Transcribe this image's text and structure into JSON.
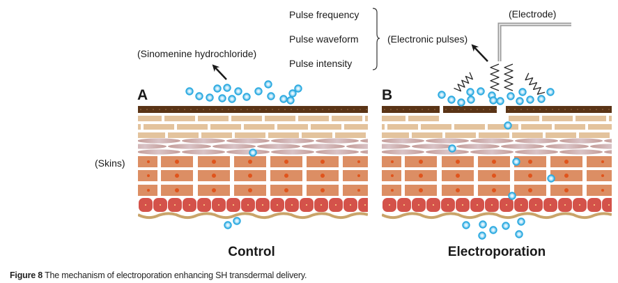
{
  "pulse_params": [
    "Pulse frequency",
    "Pulse waveform",
    "Pulse intensity"
  ],
  "labels": {
    "electronic_pulses": "(Electronic pulses)",
    "electrode": "(Electrode)",
    "drug": "(Sinomenine hydrochloride)",
    "skins": "(Skins)",
    "panel_a": "A",
    "panel_b": "B",
    "panel_a_title": "Control",
    "panel_b_title": "Electroporation"
  },
  "caption": {
    "prefix": "Figure 8",
    "text": " The mechanism of electroporation enhancing SH transdermal delivery."
  },
  "colors": {
    "molecule": "#29a9e0",
    "stratum_corneum": "#5a3416",
    "granular": "#e3c39d",
    "spinous": "#c9a6a3",
    "basal_cell": "#dc8e64",
    "nucleus": "#e0541c",
    "basement_cell": "#d4524a",
    "membrane": "#c9a46a",
    "electrode": "#b5b5b5"
  }
}
